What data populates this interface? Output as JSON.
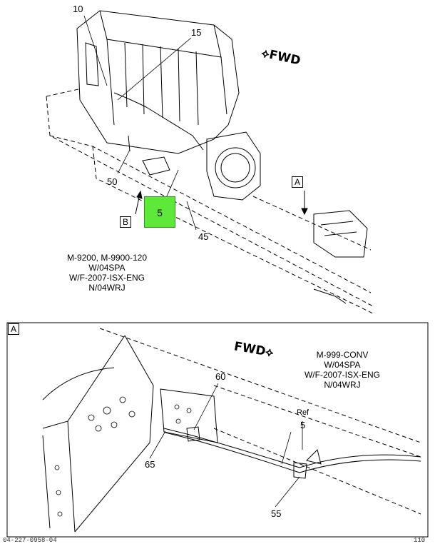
{
  "top_view": {
    "callouts": {
      "c10": "10",
      "c15": "15",
      "c50": "50",
      "c5": "5",
      "c45": "45"
    },
    "view_markers": {
      "a": "A",
      "b": "B"
    },
    "fwd": "FWD",
    "note": {
      "line1": "M-9200, M-9900-120",
      "line2": "W/04SPA",
      "line3": "W/F-2007-ISX-ENG",
      "line4": "N/04WRJ"
    }
  },
  "detail_view": {
    "frame_label": "A",
    "fwd": "FWD",
    "note": {
      "line1": "M-999-CONV",
      "line2": "W/04SPA",
      "line3": "W/F-2007-ISX-ENG",
      "line4": "N/04WRJ"
    },
    "callouts": {
      "c60": "60",
      "c65": "65",
      "ref": "Ref",
      "ref_num": "5",
      "c55": "55"
    }
  },
  "footer": {
    "left": "04-227-0958-04",
    "right": "110"
  },
  "colors": {
    "highlight": "#5de83a",
    "line": "#000000"
  }
}
